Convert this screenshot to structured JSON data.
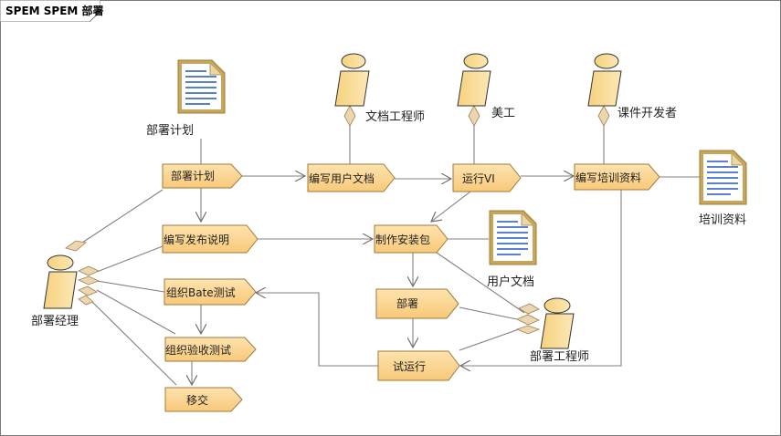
{
  "diagram": {
    "title": "SPEM SPEM 部署"
  },
  "tasks": {
    "bushu_jihua": "部署计划",
    "bianxie_fabu": "编写发布说明",
    "zuzhi_bate": "组织Bate测试",
    "zuzhi_yanshou": "组织验收测试",
    "yijiao": "移交",
    "bianxie_yonghu": "编写用户文档",
    "zhizuo_anzhuang": "制作安装包",
    "bushu": "部署",
    "shiyunxing": "试运行",
    "yunxing_vi": "运行VI",
    "bianxie_peixun": "编写培训资料"
  },
  "roles": {
    "wendang_gcs": "文档工程师",
    "meigong": "美工",
    "kejian": "课件开发者",
    "bushu_jingli": "部署经理",
    "bushu_gcs": "部署工程师"
  },
  "artifacts": {
    "bushu_jihua_doc": "部署计划",
    "yonghu_wendang": "用户文档",
    "peixun_ziliao": "培训资料"
  },
  "colors": {
    "task_fill": "#fdd68e",
    "task_stroke": "#a07a3a",
    "doc_frame": "#b89a4f",
    "doc_lines": "#5a7fd0",
    "line": "#808080"
  }
}
